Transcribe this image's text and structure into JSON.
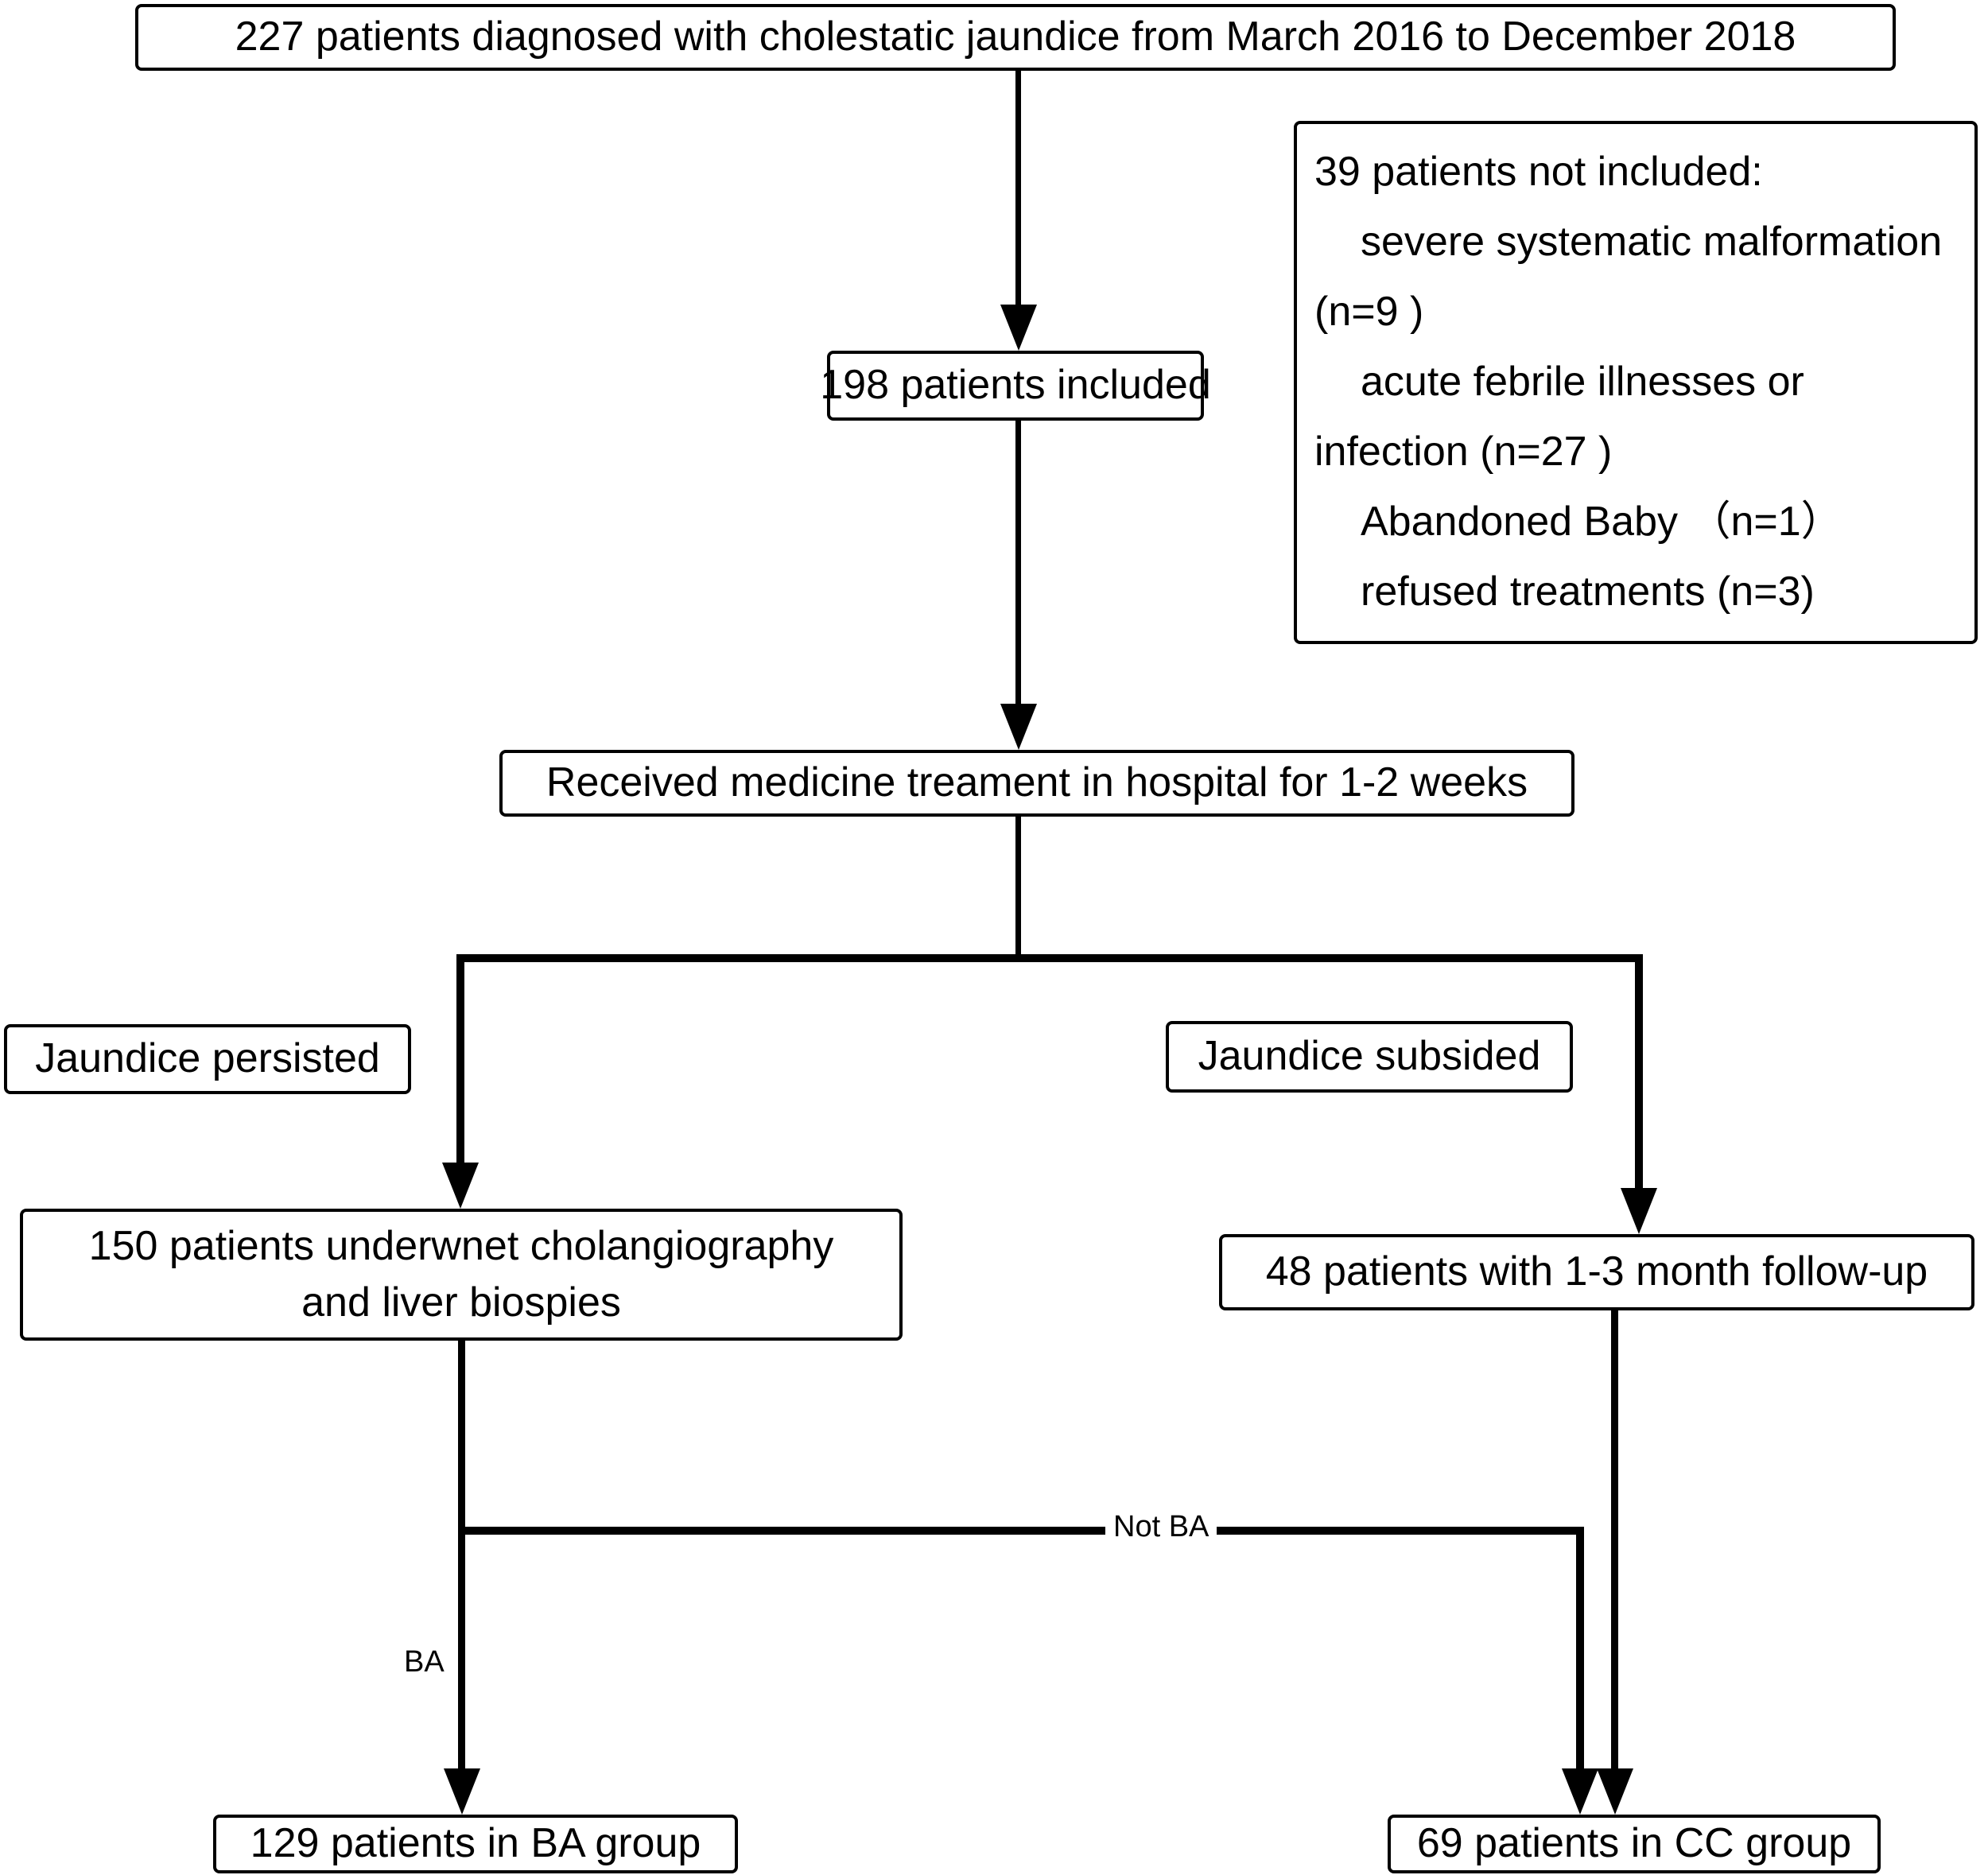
{
  "diagram": {
    "top_box": "227 patients diagnosed with cholestatic jaundice from March 2016 to December 2018",
    "excluded_box": {
      "lines": [
        {
          "text": "39 patients not included:",
          "indent": false
        },
        {
          "text": "severe systematic malformation",
          "indent": true
        },
        {
          "text": "(n=9 )",
          "indent": false
        },
        {
          "text": "acute febrile illnesses or",
          "indent": true
        },
        {
          "text": "infection (n=27 )",
          "indent": false
        },
        {
          "text": "Abandoned Baby （n=1）",
          "indent": true
        },
        {
          "text": "refused  treatments (n=3)",
          "indent": true
        }
      ]
    },
    "included_box": "198 patients included",
    "treatment_box": "Received medicine treament in hospital for 1-2 weeks",
    "persisted_box": "Jaundice persisted",
    "subsided_box": "Jaundice subsided",
    "cholangiography_box": {
      "line1": "150 patients underwnet cholangiography",
      "line2": "and liver biospies"
    },
    "followup_box": "48 patients with 1-3 month follow-up",
    "ba_label": "BA",
    "not_ba_label": "Not BA",
    "ba_group_box": "129 patients in BA group",
    "cc_group_box": "69 patients in CC group",
    "colors": {
      "line": "#000000",
      "background": "#ffffff"
    }
  }
}
